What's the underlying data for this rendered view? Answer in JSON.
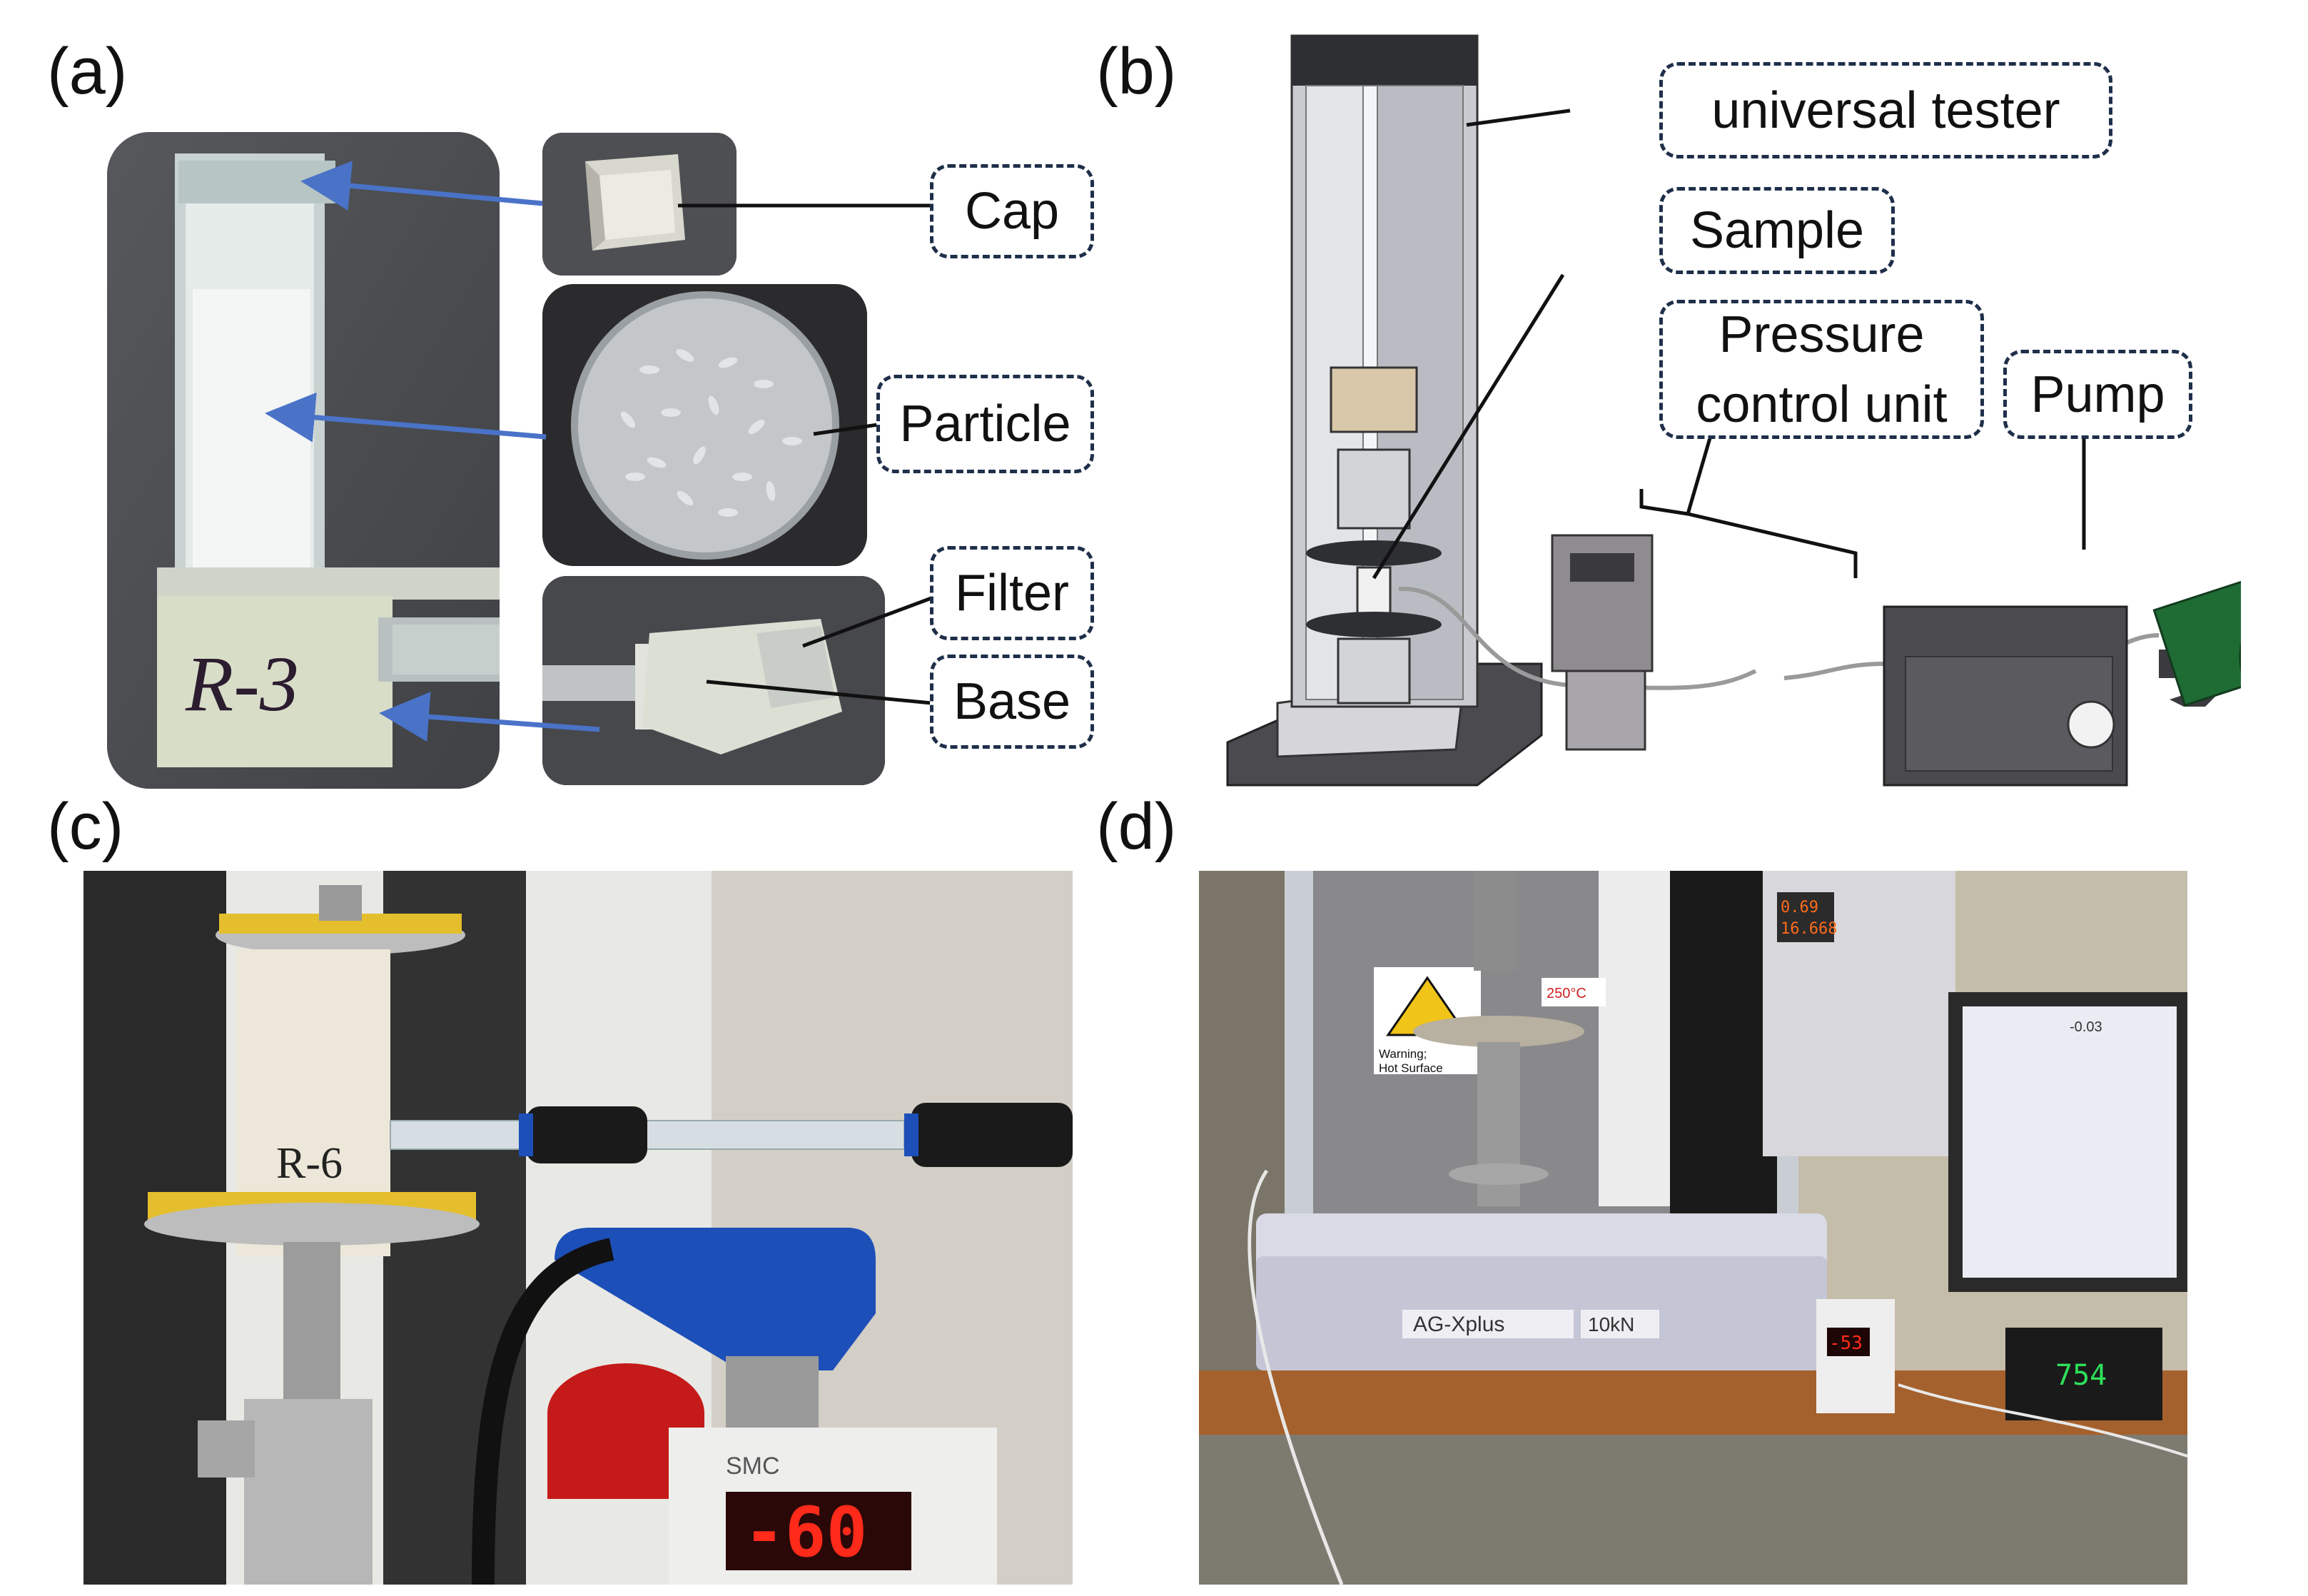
{
  "panels": {
    "a": {
      "letter": "(a)",
      "callouts": {
        "cap": "Cap",
        "particle": "Particle",
        "filter": "Filter",
        "base": "Base"
      },
      "sample_marking": "R-3"
    },
    "b": {
      "letter": "(b)",
      "callouts": {
        "universal_tester": "universal tester",
        "sample": "Sample",
        "pressure_line1": "Pressure",
        "pressure_line2": "control unit",
        "pump": "Pump"
      }
    },
    "c": {
      "letter": "(c)",
      "sample_marking": "R-6",
      "gauge_reading": "-60",
      "brand": "SMC"
    },
    "d": {
      "letter": "(d)",
      "machine_label": "AG-Xplus",
      "capacity_label": "10kN",
      "warning_line1": "Warning;",
      "warning_line2": "Hot Surface",
      "heater_temp": "250°C",
      "controller_reading1": "0.69",
      "controller_reading2": "16.668",
      "regulator_reading": "-53",
      "pump_display": "754",
      "monitor_value": "-0.03"
    }
  },
  "colors": {
    "arrow": "#4a73c8",
    "callout_border": "#1f2f4a",
    "pump_green": "#1f6b34"
  }
}
